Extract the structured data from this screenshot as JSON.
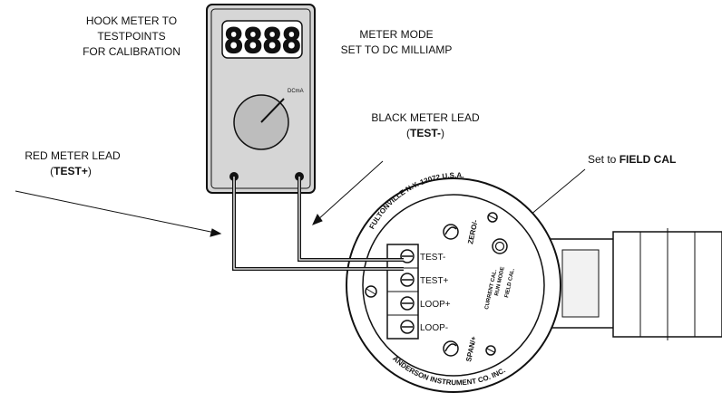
{
  "labels": {
    "hook_meter": [
      "HOOK METER TO",
      "TESTPOINTS",
      "FOR CALIBRATION"
    ],
    "meter_mode": [
      "METER MODE",
      "SET TO  DC MILLIAMP"
    ],
    "black_lead": "BLACK METER LEAD",
    "black_lead_code": "TEST-",
    "red_lead": "RED METER LEAD",
    "red_lead_code": "TEST+",
    "set_to": "Set to ",
    "set_to_value": "FIELD CAL"
  },
  "meter": {
    "display": "8888",
    "dial_mark": "DCmA"
  },
  "transmitter": {
    "ring_top": "FULTONVILLE N.Y. 12072 U.S.A.",
    "ring_bottom": "ANDERSON INSTRUMENT CO. INC.",
    "zero": "ZERO/-",
    "span": "SPAN/+",
    "switch_positions": [
      "CURRENT CAL.",
      "RUN MODE",
      "FIELD CAL."
    ],
    "terminals": [
      "TEST-",
      "TEST+",
      "LOOP+",
      "LOOP-"
    ]
  },
  "colors": {
    "meter_body": "#d6d6d6",
    "line": "#111111"
  }
}
